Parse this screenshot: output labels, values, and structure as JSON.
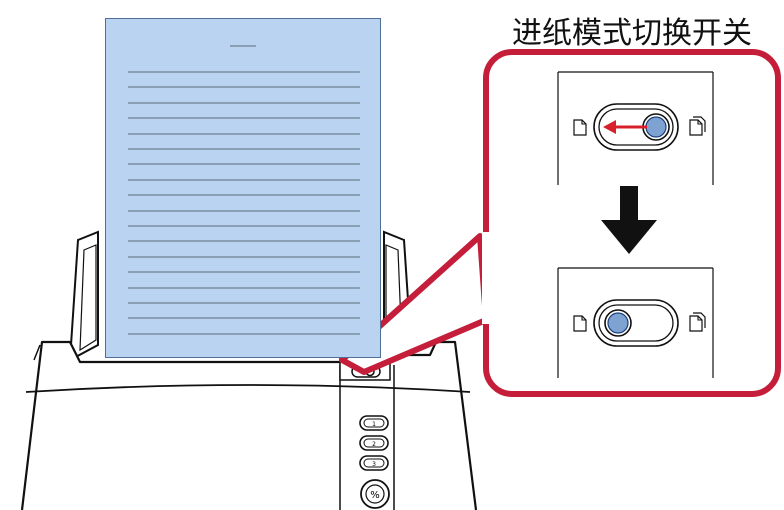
{
  "callout": {
    "title": "进纸模式切换开关"
  },
  "document": {
    "text_line_count": 18
  },
  "panel_buttons": [
    "1",
    "2",
    "3",
    "%"
  ],
  "switch_states": {
    "before": "separate-feed",
    "after": "continuous-feed"
  },
  "colors": {
    "highlight": "#c41e3a",
    "paper": "#b9d3f1",
    "paper_border": "#4e6f96",
    "knob": "#7ea3d3",
    "arrow": "#111111",
    "switch_arrow": "#d8202c"
  },
  "icons": [
    "document-icon",
    "double-document-icon",
    "down-arrow-icon",
    "left-arrow-icon"
  ]
}
